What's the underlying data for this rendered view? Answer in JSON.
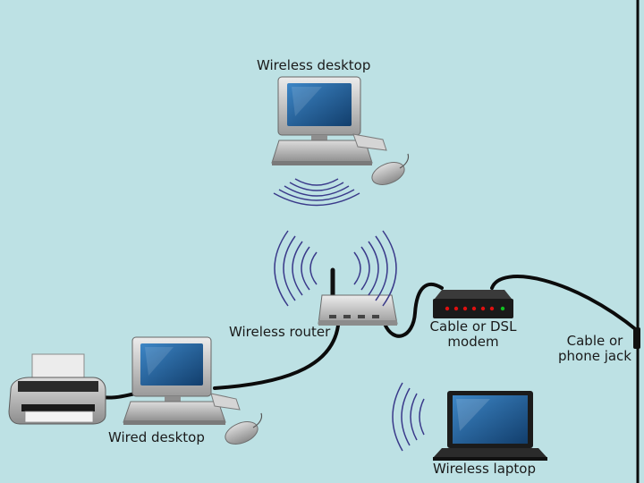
{
  "colors": {
    "background": "#bde1e4",
    "cable": "#0b0b0b",
    "wave": "#3a3a8a",
    "screen": "#1f5f9a",
    "device_body": "#cfcfcf",
    "modem_light_red": "#e01010",
    "modem_light_green": "#10c020"
  },
  "icons": [
    "desktop-computer-icon",
    "printer-icon",
    "router-icon",
    "modem-icon",
    "laptop-icon",
    "mouse-icon",
    "wireless-signal-icon",
    "wall-jack-icon"
  ],
  "labels": {
    "wireless_desktop": "Wireless desktop",
    "wireless_router": "Wireless router",
    "modem_line1": "Cable or DSL",
    "modem_line2": "modem",
    "jack_line1": "Cable or",
    "jack_line2": "phone jack",
    "wired_desktop": "Wired desktop",
    "wireless_laptop": "Wireless laptop"
  }
}
